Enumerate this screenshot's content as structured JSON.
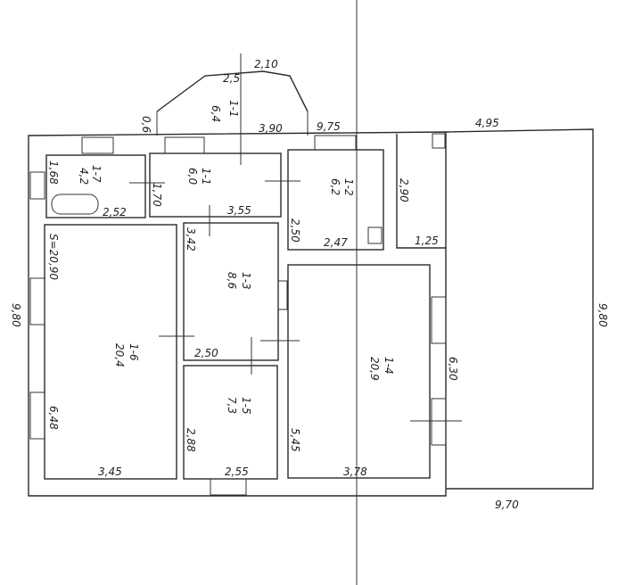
{
  "title": "Floor plan",
  "bay": {
    "dim_top": "2,10",
    "dim_left": "2,5",
    "area": "6,4",
    "room_id": "1-1",
    "side": "0,6"
  },
  "outer": {
    "top_a": "3,90",
    "top_b": "9,75",
    "annex_top": "4,95",
    "left_height": "9,80",
    "right_height": "9,80",
    "bottom": "9,70"
  },
  "rooms": [
    {
      "id": "1-7",
      "area": "4,2",
      "w": "2,52",
      "h": "1,68"
    },
    {
      "id": "1-1",
      "area": "6,0",
      "w": "3,55",
      "h": "1,70"
    },
    {
      "id": "1-2",
      "area": "6,2",
      "w": "2,47",
      "h": "2,50"
    },
    {
      "id": "1-6",
      "area": "20,4",
      "w": "3,45",
      "h": "6,48",
      "extra": "S=20,90"
    },
    {
      "id": "1-3",
      "area": "8,6",
      "w": "2,50",
      "h": "3,42"
    },
    {
      "id": "1-5",
      "area": "7,3",
      "w": "2,55",
      "h": "2,88"
    },
    {
      "id": "1-4",
      "area": "20,9",
      "w": "3,78",
      "h": "5,45",
      "side": "6,30"
    }
  ],
  "annex": {
    "depth": "2,90",
    "w": "1,25"
  }
}
